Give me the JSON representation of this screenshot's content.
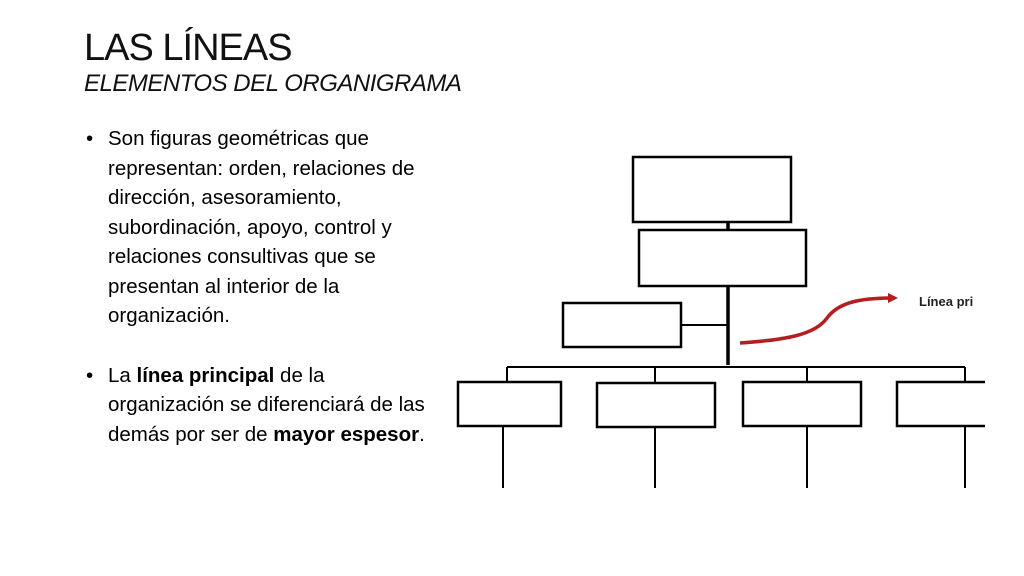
{
  "slide": {
    "title": "LAS LÍNEAS",
    "subtitle": "ELEMENTOS DEL ORGANIGRAMA"
  },
  "bullets": [
    {
      "text": "Son figuras geométricas que representan: orden, relaciones de dirección, asesoramiento, subordinación, apoyo, control y relaciones consultivas que se presentan al interior de la organización."
    },
    {
      "pre": "La ",
      "bold1": "línea principal",
      "mid": " de la organización se diferenciará de las demás por ser de ",
      "bold2": "mayor espesor",
      "post": "."
    }
  ],
  "diagram": {
    "arrow_label": "Línea pri",
    "arrow_color": "#b41e1e",
    "line_color": "#000000"
  }
}
